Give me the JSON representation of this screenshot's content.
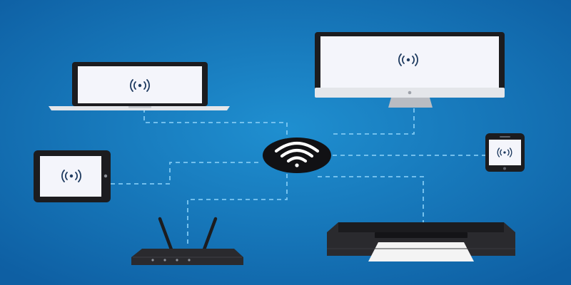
{
  "scene": {
    "background": {
      "inner": "#1f8fd0",
      "outer": "#0e5fa3"
    },
    "colors": {
      "connection_line": "#7ec8f2",
      "device_body": "#2a2a2e",
      "device_bezel": "#1c1c1f",
      "screen": "#f4f5fb",
      "laptop_base": "#e4e6ea",
      "monitor_chin": "#e4e6ea",
      "stand": "#b9bcc2",
      "paper": "#f4f4f4",
      "signal_icon": "#1e3a5f",
      "hub": "#111114",
      "hub_icon": "#ffffff"
    },
    "hub": {
      "icon": "wifi-icon"
    },
    "devices": [
      {
        "name": "laptop",
        "icon": "wireless-signal-icon"
      },
      {
        "name": "desktop-monitor",
        "icon": "wireless-signal-icon"
      },
      {
        "name": "tablet",
        "icon": "wireless-signal-icon"
      },
      {
        "name": "smartphone",
        "icon": "wireless-signal-icon"
      },
      {
        "name": "router",
        "icon": "antenna-icon"
      },
      {
        "name": "printer",
        "icon": "paper-sheet-icon"
      }
    ]
  }
}
